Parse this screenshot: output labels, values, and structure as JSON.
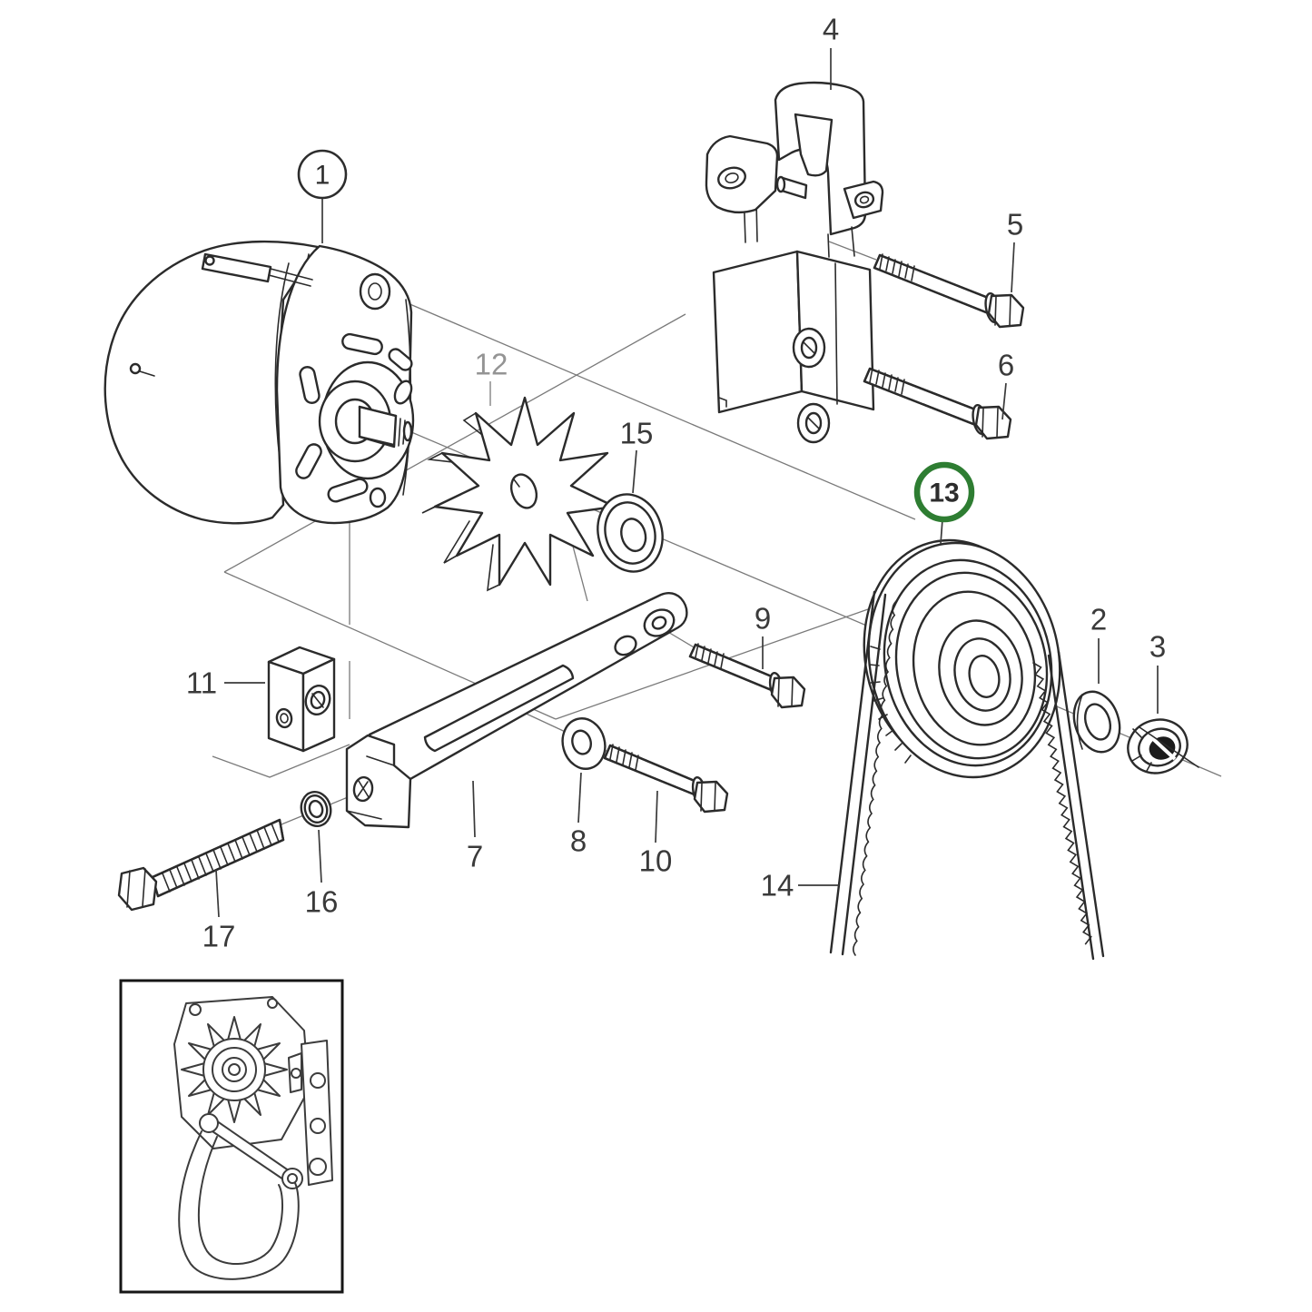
{
  "figure": {
    "kind": "exploded-parts-diagram",
    "subject": "alternator-mounting-assembly",
    "background": "#ffffff"
  },
  "colors": {
    "line": "#2b2b2b",
    "thin_line": "#7a7a7a",
    "label": "#3a3a3a",
    "muted_label": "#949494",
    "highlight_ring": "#2e7d32"
  },
  "callouts": [
    {
      "id": "1",
      "label": "1",
      "circled": true,
      "highlighted": false,
      "muted": false
    },
    {
      "id": "2",
      "label": "2",
      "circled": false,
      "highlighted": false,
      "muted": false
    },
    {
      "id": "3",
      "label": "3",
      "circled": false,
      "highlighted": false,
      "muted": false
    },
    {
      "id": "4",
      "label": "4",
      "circled": false,
      "highlighted": false,
      "muted": false
    },
    {
      "id": "5",
      "label": "5",
      "circled": false,
      "highlighted": false,
      "muted": false
    },
    {
      "id": "6",
      "label": "6",
      "circled": false,
      "highlighted": false,
      "muted": false
    },
    {
      "id": "7",
      "label": "7",
      "circled": false,
      "highlighted": false,
      "muted": false
    },
    {
      "id": "8",
      "label": "8",
      "circled": false,
      "highlighted": false,
      "muted": false
    },
    {
      "id": "9",
      "label": "9",
      "circled": false,
      "highlighted": false,
      "muted": false
    },
    {
      "id": "10",
      "label": "10",
      "circled": false,
      "highlighted": false,
      "muted": false
    },
    {
      "id": "11",
      "label": "11",
      "circled": false,
      "highlighted": false,
      "muted": false
    },
    {
      "id": "12",
      "label": "12",
      "circled": false,
      "highlighted": false,
      "muted": true
    },
    {
      "id": "13",
      "label": "13",
      "circled": true,
      "highlighted": true,
      "muted": false
    },
    {
      "id": "14",
      "label": "14",
      "circled": false,
      "highlighted": false,
      "muted": false
    },
    {
      "id": "15",
      "label": "15",
      "circled": false,
      "highlighted": false,
      "muted": false
    },
    {
      "id": "16",
      "label": "16",
      "circled": false,
      "highlighted": false,
      "muted": false
    },
    {
      "id": "17",
      "label": "17",
      "circled": false,
      "highlighted": false,
      "muted": false
    }
  ]
}
